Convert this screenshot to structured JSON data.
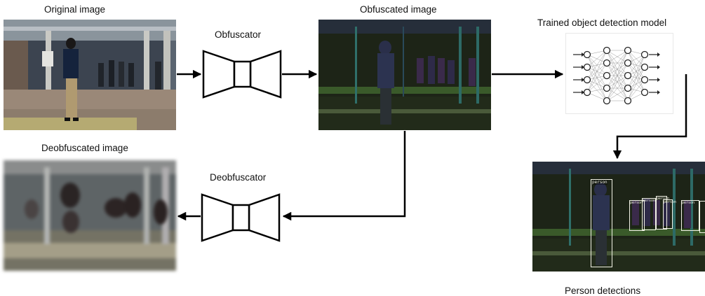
{
  "labels": {
    "original": "Original image",
    "obfuscated": "Obfuscated image",
    "trained_model": "Trained object detection model",
    "deobfuscated": "Deobfuscated image",
    "obfuscator": "Obfuscator",
    "deobfuscator": "Deobfuscator",
    "person_detections": "Person detections"
  },
  "detection_tag": "person",
  "colors": {
    "arrow": "#000000",
    "obfuscated_bg": "#1d2417",
    "box": "#f2f2e6"
  }
}
